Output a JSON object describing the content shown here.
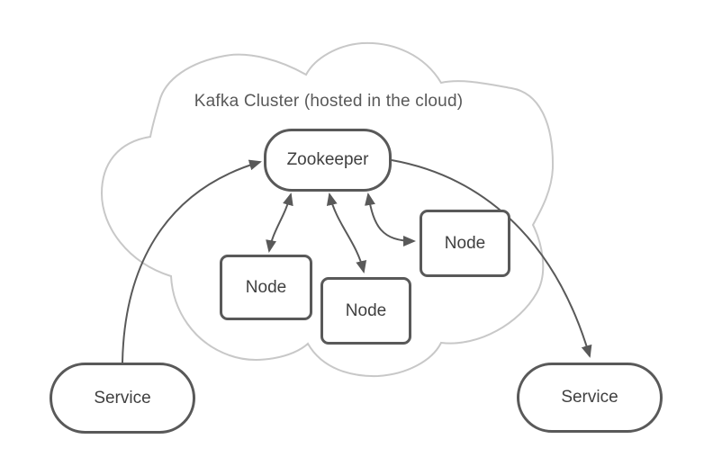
{
  "title": "Kafka Cluster (hosted in the cloud)",
  "nodes": {
    "zookeeper": {
      "label": "Zookeeper"
    },
    "node1": {
      "label": "Node"
    },
    "node2": {
      "label": "Node"
    },
    "node3": {
      "label": "Node"
    },
    "service_left": {
      "label": "Service"
    },
    "service_right": {
      "label": "Service"
    }
  },
  "edges": [
    {
      "from": "service-left",
      "to": "zookeeper",
      "direction": "one-way"
    },
    {
      "from": "zookeeper",
      "to": "service-right",
      "direction": "one-way"
    },
    {
      "from": "zookeeper",
      "to": "node-1",
      "direction": "two-way"
    },
    {
      "from": "zookeeper",
      "to": "node-2",
      "direction": "two-way"
    },
    {
      "from": "zookeeper",
      "to": "node-3",
      "direction": "two-way"
    }
  ],
  "colors": {
    "background": "#ffffff",
    "cloud_stroke": "#c8c8c8",
    "shape_stroke": "#595959",
    "label_text": "#3f3f3f",
    "title_text": "#595959",
    "arrow": "#595959"
  }
}
